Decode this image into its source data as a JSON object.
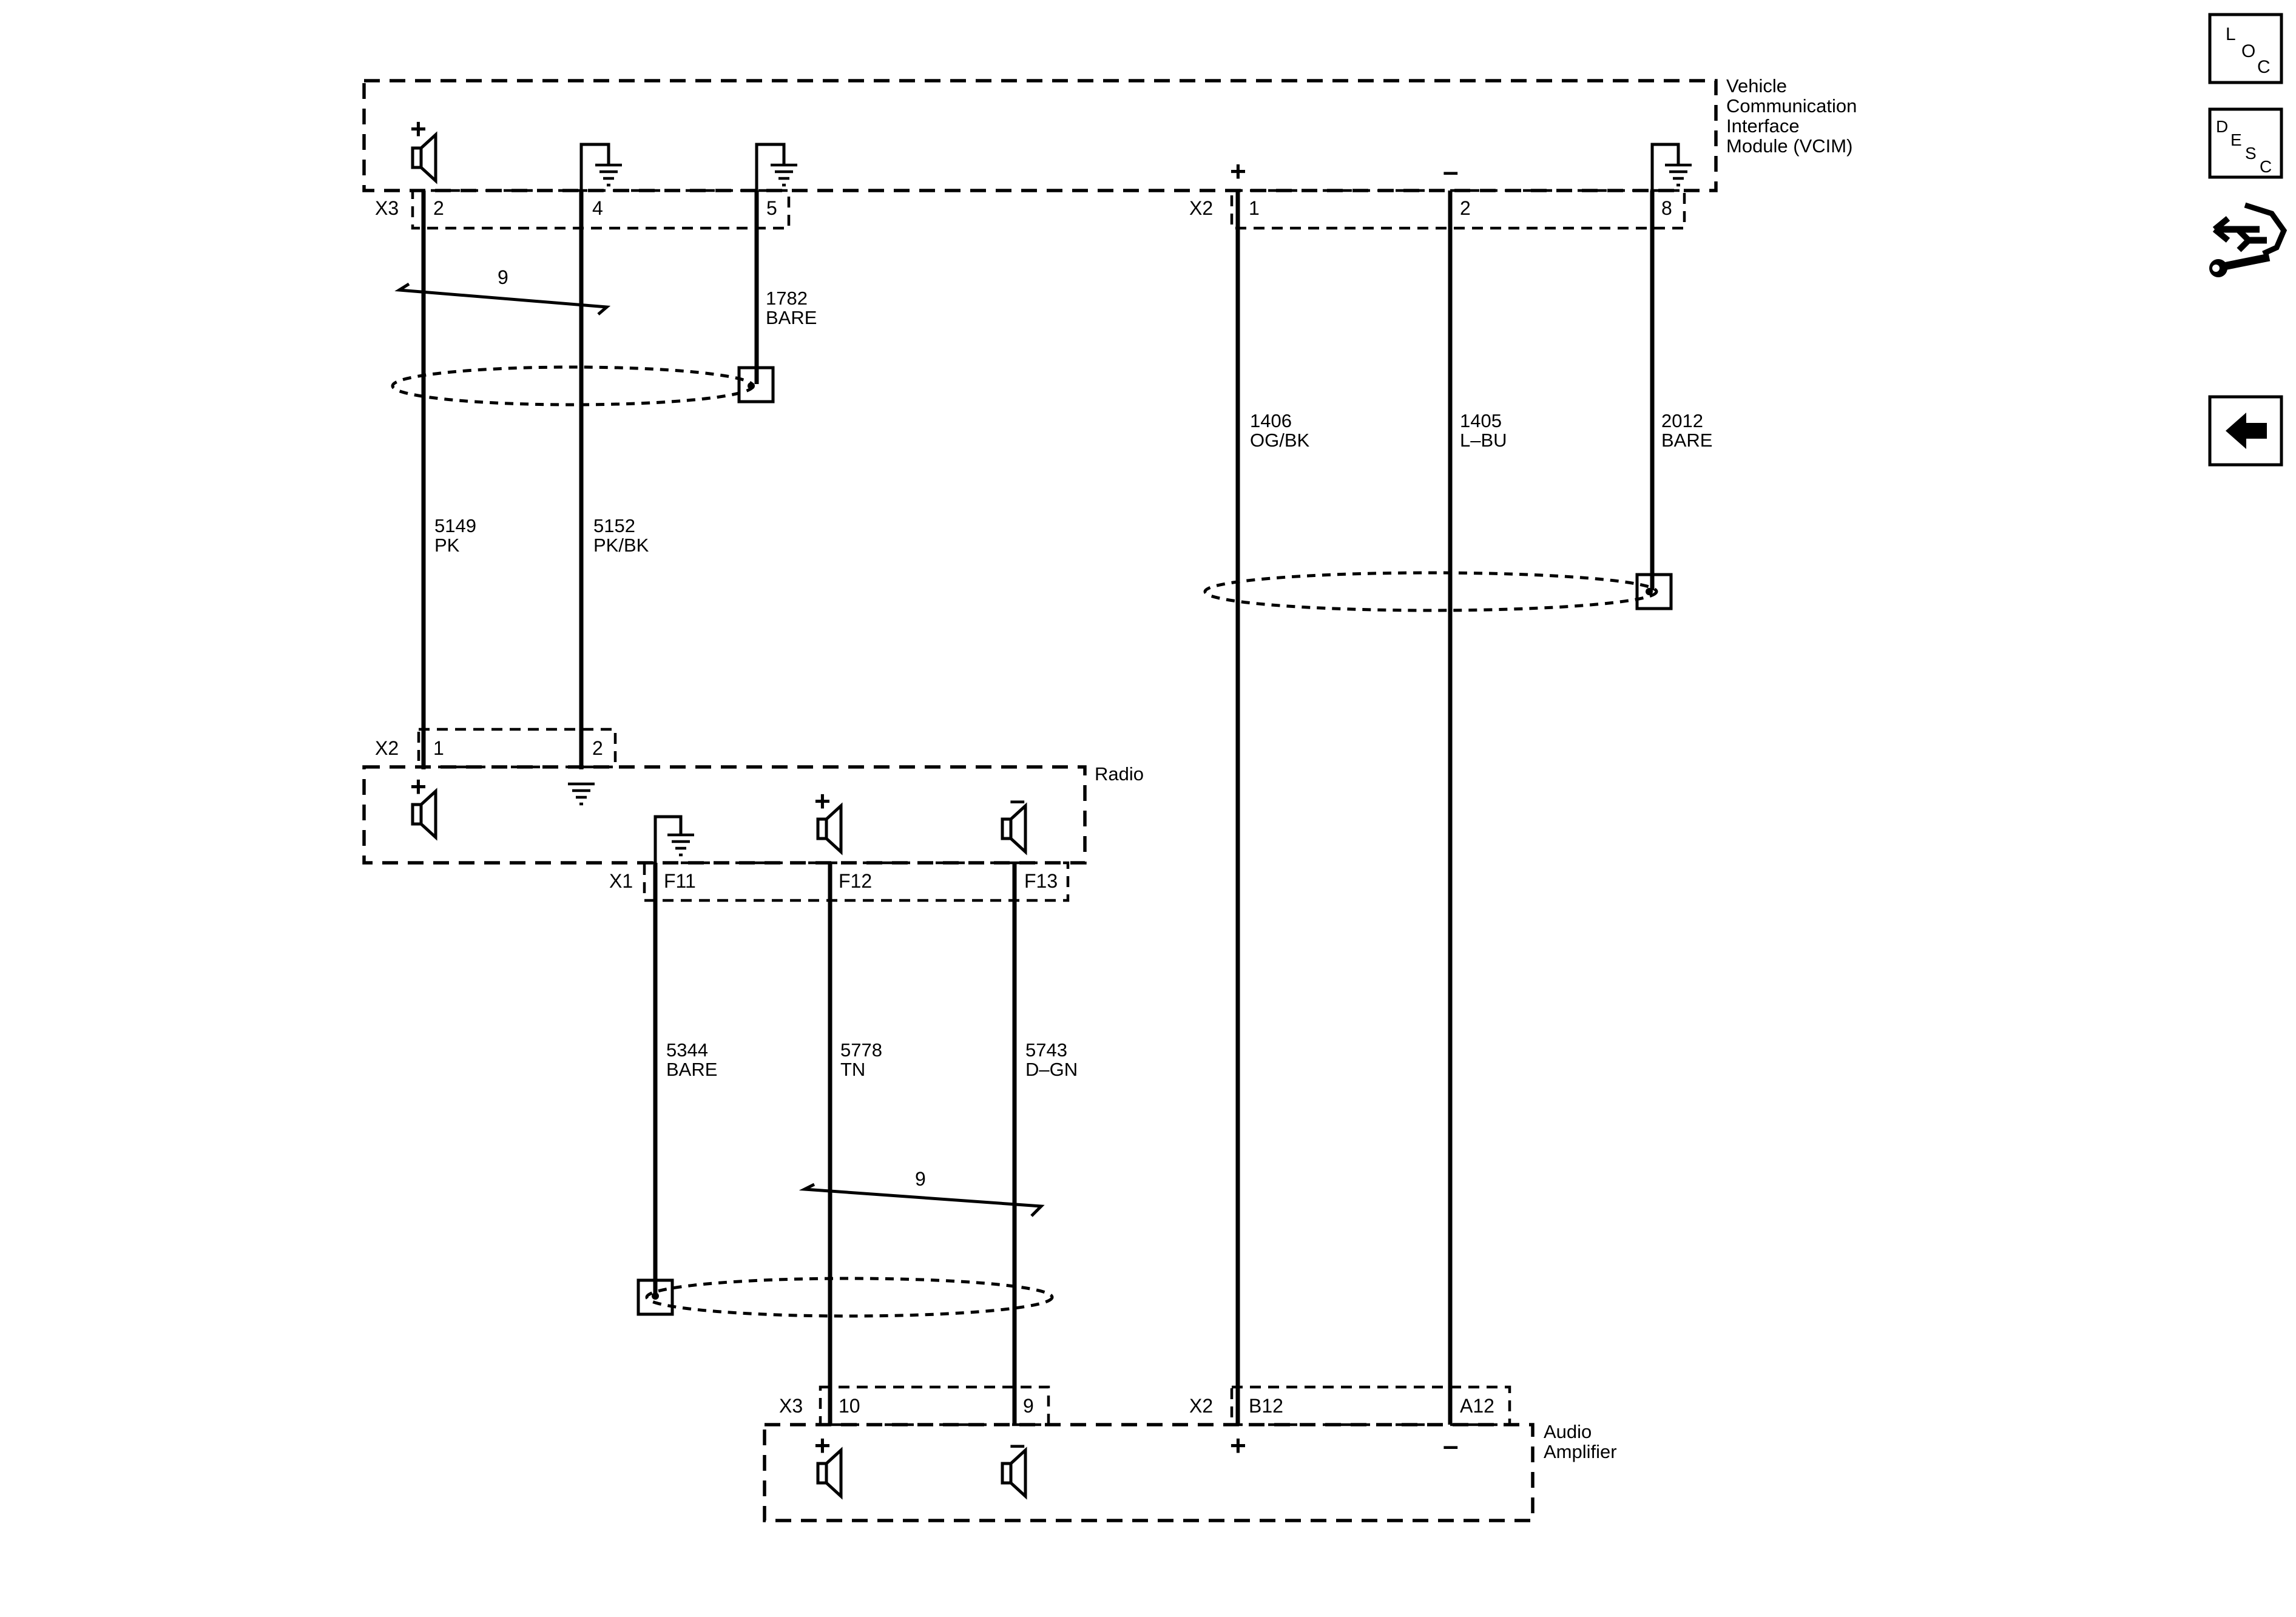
{
  "modules": {
    "vcim": {
      "name_lines": [
        "Vehicle",
        "Communication",
        "Interface",
        "Module (VCIM)"
      ]
    },
    "radio": {
      "name": "Radio"
    },
    "amplifier": {
      "name_lines": [
        "Audio",
        "Amplifier"
      ]
    }
  },
  "connectors": {
    "vcim_x3": {
      "id": "X3",
      "pins": [
        "2",
        "4",
        "5"
      ]
    },
    "vcim_x2": {
      "id": "X2",
      "pins": [
        "1",
        "2",
        "8"
      ]
    },
    "radio_x2": {
      "id": "X2",
      "pins": [
        "1",
        "2"
      ]
    },
    "radio_x1": {
      "id": "X1",
      "pins": [
        "F11",
        "F12",
        "F13"
      ]
    },
    "amp_x3": {
      "id": "X3",
      "pins": [
        "10",
        "9"
      ]
    },
    "amp_x2": {
      "id": "X2",
      "pins": [
        "B12",
        "A12"
      ]
    }
  },
  "wires": [
    {
      "circuit": "5149",
      "color": "PK"
    },
    {
      "circuit": "5152",
      "color": "PK/BK"
    },
    {
      "circuit": "1782",
      "color": "BARE"
    },
    {
      "circuit": "1406",
      "color": "OG/BK"
    },
    {
      "circuit": "1405",
      "color": "L–BU"
    },
    {
      "circuit": "2012",
      "color": "BARE"
    },
    {
      "circuit": "5344",
      "color": "BARE"
    },
    {
      "circuit": "5778",
      "color": "TN"
    },
    {
      "circuit": "5743",
      "color": "D–GN"
    }
  ],
  "twisted_pairs": [
    {
      "twists": "9"
    },
    {
      "twists": "9"
    }
  ],
  "polarity": {
    "plus": "+",
    "minus": "–"
  },
  "nav": {
    "loc": {
      "letters": [
        "L",
        "O",
        "C"
      ]
    },
    "desc": {
      "letters": [
        "D",
        "E",
        "S",
        "C"
      ]
    },
    "connector_icon": "connector-tool-icon",
    "back_icon": "back-arrow-icon"
  },
  "colors": {
    "ink": "#000000",
    "background": "#ffffff"
  }
}
